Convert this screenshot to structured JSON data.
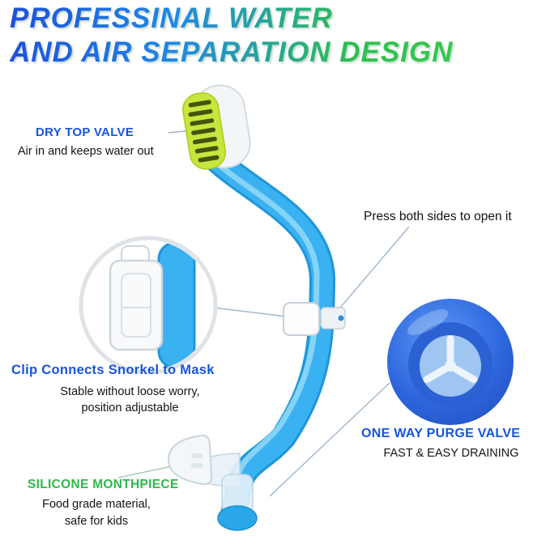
{
  "title": {
    "line1": "PROFESSINAL WATER",
    "line2": "AND AIR SEPARATION DESIGN"
  },
  "callouts": {
    "dry_top_valve": {
      "label": "DRY TOP VALVE",
      "desc": "Air in and keeps water out"
    },
    "press_sides": {
      "label": "Press both sides to open it"
    },
    "clip": {
      "label": "Clip Connects Snorkel to Mask",
      "desc_line1": "Stable without loose worry,",
      "desc_line2": "position adjustable"
    },
    "purge_valve": {
      "label": "ONE WAY PURGE VALVE",
      "desc": "FAST & EASY DRAINING"
    },
    "mouthpiece": {
      "label": "SILICONE MONTHPIECE",
      "desc_line1": "Food grade material,",
      "desc_line2": "safe for kids"
    }
  },
  "colors": {
    "accent_blue_label": "#1656d8",
    "green_label": "#2eb84c",
    "title_gradient_start": "#1e50dd",
    "title_gradient_end": "#35c84e",
    "tube_blue": "#3ab1f0",
    "valve_green": "#c8e53c",
    "purge_circle_blue": "#2e66dd",
    "callout_line": "#9fb6cc"
  },
  "illustration_parts": [
    "dry-top-valve",
    "snorkel-tube",
    "mask-clip",
    "clip-detail-inset",
    "purge-valve-inset",
    "mouthpiece",
    "purge-chamber"
  ]
}
